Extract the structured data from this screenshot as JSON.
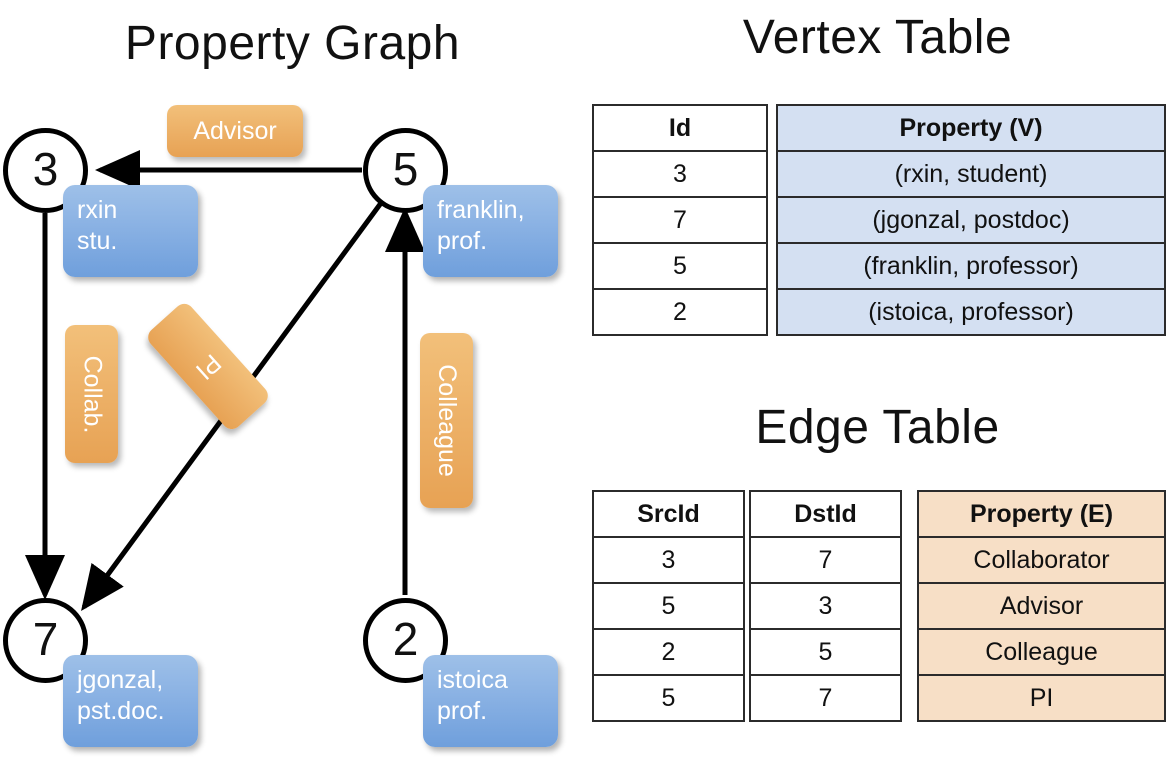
{
  "titles": {
    "property_graph": "Property Graph",
    "vertex_table": "Vertex Table",
    "edge_table": "Edge Table"
  },
  "colors": {
    "vertex_property_fill": "#d4e0f2",
    "edge_property_fill": "#f7dfc6",
    "vertex_box_fill": "#8cb3e4",
    "edge_label_fill": "#edb269",
    "stroke": "#000000",
    "background": "#ffffff"
  },
  "graph": {
    "nodes": [
      {
        "id": "3",
        "label": "3",
        "property_lines": [
          "rxin",
          "stu."
        ]
      },
      {
        "id": "5",
        "label": "5",
        "property_lines": [
          "franklin,",
          "prof."
        ]
      },
      {
        "id": "7",
        "label": "7",
        "property_lines": [
          "jgonzal,",
          "pst.doc."
        ]
      },
      {
        "id": "2",
        "label": "2",
        "property_lines": [
          "istoica",
          "prof."
        ]
      }
    ],
    "edge_labels": [
      {
        "name": "advisor",
        "text": "Advisor",
        "orientation": "horizontal"
      },
      {
        "name": "collab",
        "text": "Collab.",
        "orientation": "vertical"
      },
      {
        "name": "pi",
        "text": "PI",
        "orientation": "rotated"
      },
      {
        "name": "colleague",
        "text": "Colleague",
        "orientation": "vertical"
      }
    ],
    "edges": [
      {
        "src": "5",
        "dst": "3",
        "label": "Advisor"
      },
      {
        "src": "3",
        "dst": "7",
        "label": "Collab."
      },
      {
        "src": "5",
        "dst": "7",
        "label": "PI"
      },
      {
        "src": "2",
        "dst": "5",
        "label": "Colleague"
      }
    ]
  },
  "vertex_table": {
    "headers": [
      "Id",
      "Property (V)"
    ],
    "rows": [
      {
        "id": "3",
        "property": "(rxin, student)"
      },
      {
        "id": "7",
        "property": "(jgonzal, postdoc)"
      },
      {
        "id": "5",
        "property": "(franklin, professor)"
      },
      {
        "id": "2",
        "property": "(istoica, professor)"
      }
    ]
  },
  "edge_table": {
    "headers": [
      "SrcId",
      "DstId",
      "Property (E)"
    ],
    "rows": [
      {
        "src": "3",
        "dst": "7",
        "property": "Collaborator"
      },
      {
        "src": "5",
        "dst": "3",
        "property": "Advisor"
      },
      {
        "src": "2",
        "dst": "5",
        "property": "Colleague"
      },
      {
        "src": "5",
        "dst": "7",
        "property": "PI"
      }
    ]
  }
}
